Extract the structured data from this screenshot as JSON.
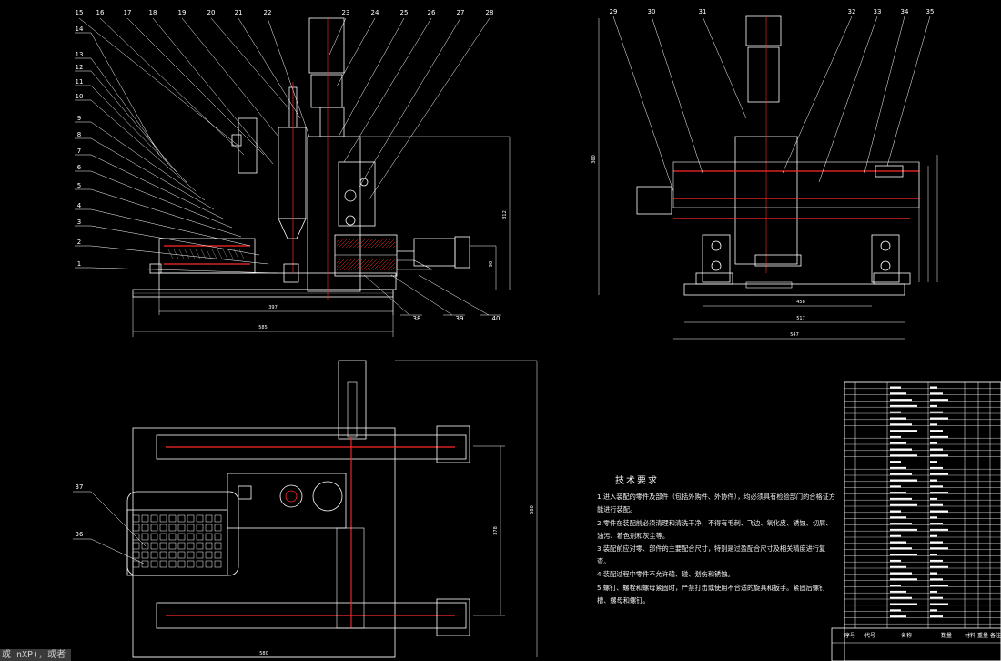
{
  "views": {
    "front": {
      "balloons_top": [
        "15",
        "16",
        "17",
        "18",
        "19",
        "20",
        "21",
        "22",
        "23",
        "24",
        "25",
        "26",
        "27",
        "28"
      ],
      "balloons_left": [
        "14",
        "13",
        "12",
        "11",
        "10",
        "9",
        "8",
        "7",
        "6",
        "5",
        "4",
        "3",
        "2",
        "1"
      ],
      "balloons_bottom": [
        "38",
        "39",
        "40"
      ],
      "dim_bottom_inner": "397",
      "dim_bottom_outer": "585",
      "dim_right": "90"
    },
    "side": {
      "balloons_top": [
        "29",
        "30",
        "31",
        "32",
        "33",
        "34",
        "35"
      ],
      "dim_left": "360",
      "dim_bottom_inner": "458",
      "dim_bottom_mid": "517",
      "dim_bottom_outer": "547"
    },
    "top": {
      "balloons_left": [
        "37",
        "36"
      ],
      "dim_inner_v": "378",
      "dim_outer_v": "580",
      "dim_bottom": "580"
    }
  },
  "tech_requirements": {
    "title": "技术要求",
    "items": [
      "1.进入装配的零件及部件（包括外购件、外协件），均必须具有检验部门的合格证方能进行装配。",
      "2.零件在装配前必须清理和清洗干净，不得有毛刺、飞边、氧化皮、锈蚀、切屑、油污、着色剂和灰尘等。",
      "3.装配前应对零、部件的主要配合尺寸，特别是过盈配合尺寸及相关精度进行复查。",
      "4.装配过程中零件不允许磕、碰、划伤和锈蚀。",
      "5.螺钉、螺栓和螺母紧固时，严禁打击或使用不合适的旋具和扳手。紧固后螺钉槽、螺母和螺钉。"
    ]
  },
  "title_block": {
    "headers": [
      "序号",
      "代号",
      "名称",
      "数量",
      "材料",
      "重量",
      "备注"
    ]
  },
  "command_line": "或 nXP)，或者"
}
